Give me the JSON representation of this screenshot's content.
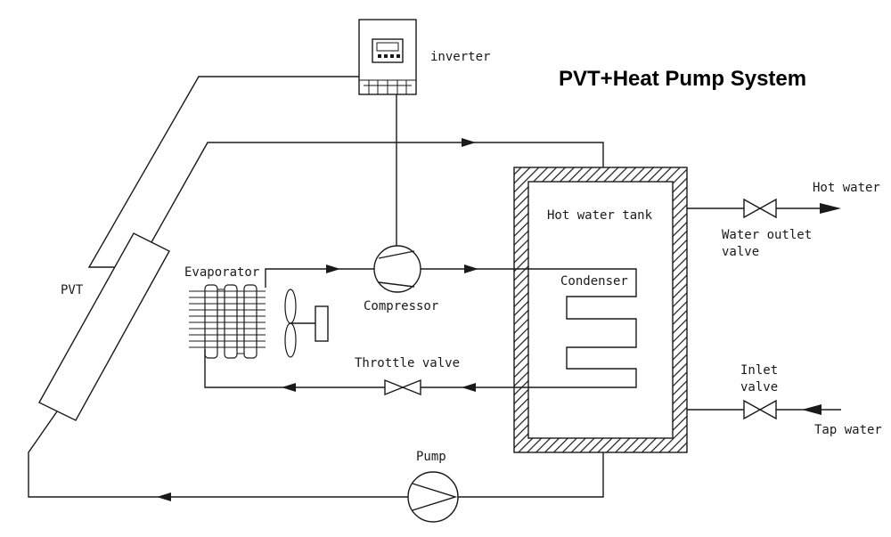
{
  "title": "PVT+Heat Pump System",
  "labels": {
    "inverter": "inverter",
    "pvt": "PVT",
    "evaporator": "Evaporator",
    "compressor": "Compressor",
    "throttle_valve": "Throttle valve",
    "hot_water_tank": "Hot water tank",
    "condenser": "Condenser",
    "hot_water": "Hot water",
    "water_outlet_valve_1": "Water outlet",
    "water_outlet_valve_2": "valve",
    "inlet_valve_1": "Inlet",
    "inlet_valve_2": "valve",
    "tap_water": "Tap water",
    "pump": "Pump"
  },
  "colors": {
    "line": "#1a1a1a",
    "background": "#ffffff"
  }
}
